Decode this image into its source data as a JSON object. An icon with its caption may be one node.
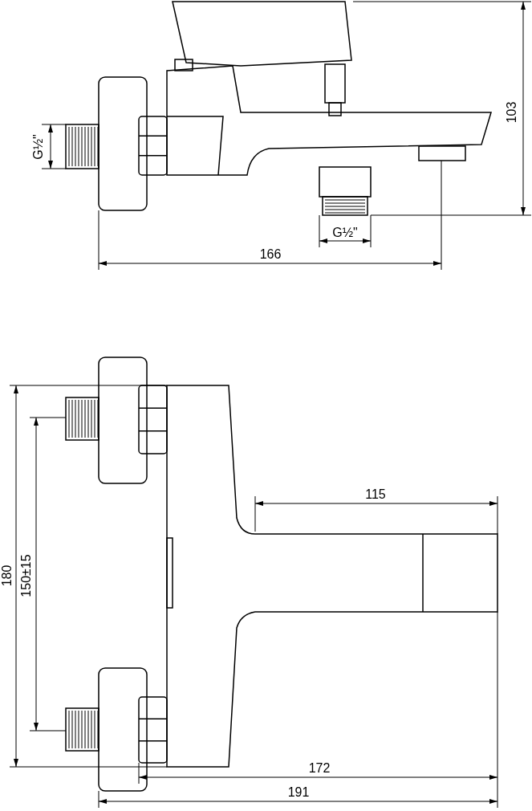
{
  "diagram": {
    "labels": [
      "G½\"",
      "103",
      "G½\"",
      "166",
      "115",
      "180",
      "150±15",
      "172",
      "191"
    ]
  }
}
